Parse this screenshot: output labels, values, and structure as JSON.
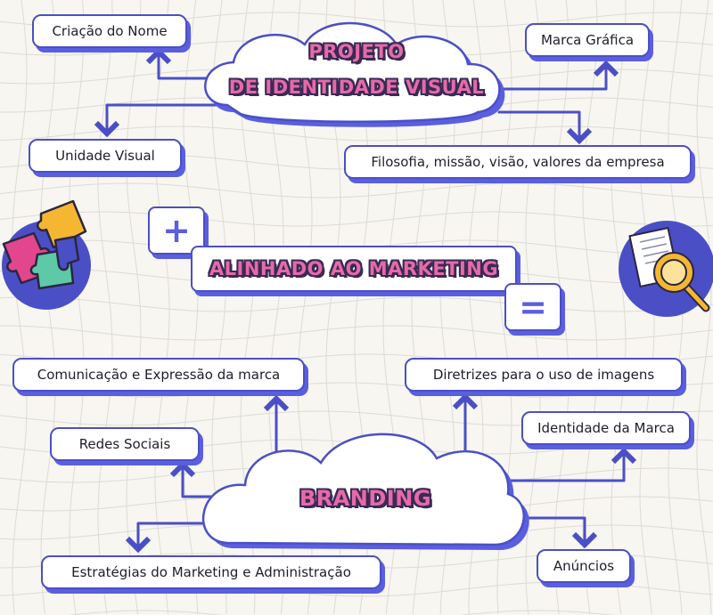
{
  "top": {
    "title_line1": "PROJETO",
    "title_line2": "DE IDENTIDADE VISUAL",
    "nodes": {
      "criacao_nome": "Criação do Nome",
      "marca_grafica": "Marca Gráfica",
      "unidade_visual": "Unidade Visual",
      "filosofia": "Filosofia, missão, visão, valores da empresa"
    }
  },
  "middle": {
    "plus": "+",
    "alinhado": "ALINHADO AO MARKETING",
    "equals": "="
  },
  "bottom": {
    "title": "BRANDING",
    "nodes": {
      "comunicacao": "Comunicação e Expressão da marca",
      "diretrizes": "Diretrizes para o uso de imagens",
      "redes": "Redes Sociais",
      "identidade": "Identidade da Marca",
      "estrategias": "Estratégias do Marketing e Administração",
      "anuncios": "Anúncios"
    }
  },
  "icons": {
    "left": "puzzle-icon",
    "right": "document-search-icon"
  },
  "colors": {
    "accent": "#5b5ee0",
    "outline": "#4b4fc6",
    "title_pink": "#e66aa8",
    "background": "#f7f6f1"
  }
}
